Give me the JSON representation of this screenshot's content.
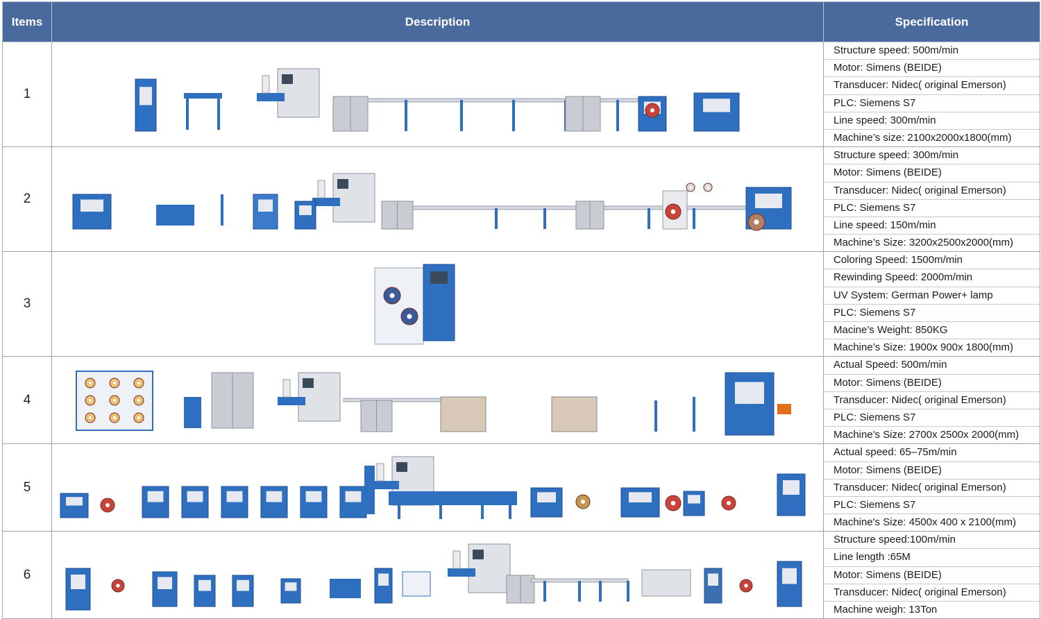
{
  "header": {
    "items": "Items",
    "description": "Description",
    "specification": "Specification"
  },
  "rows": [
    {
      "item": "1",
      "specs": [
        "Structure speed: 500m/min",
        "Motor: Simens (BEIDE)",
        "Transducer: Nidec( original Emerson)",
        "PLC: Siemens S7",
        "Line speed: 300m/min",
        "Machine’s size: 2100x2000x1800(mm)"
      ]
    },
    {
      "item": "2",
      "specs": [
        "Structure speed: 300m/min",
        "Motor: Simens (BEIDE)",
        "Transducer: Nidec( original Emerson)",
        "PLC: Siemens S7",
        "Line speed: 150m/min",
        "Machine’s Size: 3200x2500x2000(mm)"
      ]
    },
    {
      "item": "3",
      "specs": [
        "Coloring Speed: 1500m/min",
        "Rewinding Speed: 2000m/min",
        "UV System: German Power+ lamp",
        "PLC: Siemens S7",
        "Macine’s Weight: 850KG",
        "Machine’s Size: 1900x 900x 1800(mm)"
      ]
    },
    {
      "item": "4",
      "specs": [
        "Actual Speed: 500m/min",
        "Motor: Simens (BEIDE)",
        "Transducer: Nidec( original Emerson)",
        "PLC: Siemens S7",
        "Machine's Size: 2700x 2500x 2000(mm)"
      ]
    },
    {
      "item": "5",
      "specs": [
        "Actual speed: 65–75m/min",
        "Motor: Simens (BEIDE)",
        "Transducer: Nidec( original Emerson)",
        "PLC: Siemens S7",
        "Machine's Size: 4500x 400 x 2100(mm)"
      ]
    },
    {
      "item": "6",
      "specs": [
        "Structure speed:100m/min",
        "Line length :65M",
        "Motor: Simens (BEIDE)",
        "Transducer: Nidec( original Emerson)",
        "Machine weigh: 13Ton"
      ]
    }
  ],
  "colors": {
    "header_bg": "#4a6a9e",
    "machine_blue": "#2f6fc0",
    "steel": "#c9cdd3",
    "reel_red": "#c8443a"
  }
}
